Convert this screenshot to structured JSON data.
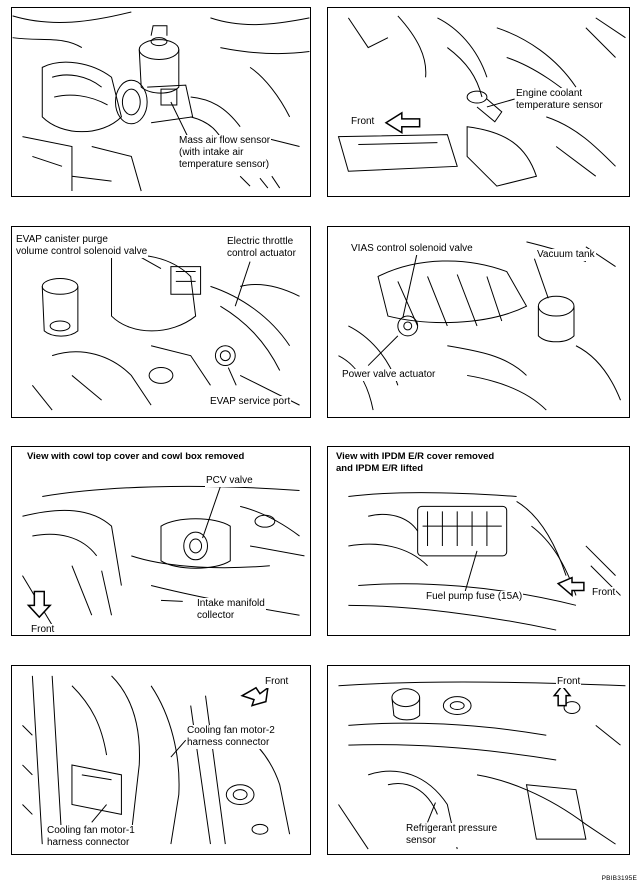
{
  "figure_code": "PBIB3195E",
  "panels": [
    {
      "labels": [
        "Mass air flow sensor\n(with intake air\ntemperature sensor)"
      ]
    },
    {
      "labels": [
        "Engine coolant\ntemperature sensor",
        "Front"
      ]
    },
    {
      "labels": [
        "EVAP canister purge\nvolume control solenoid valve",
        "Electric throttle\ncontrol actuator",
        "EVAP service port"
      ]
    },
    {
      "labels": [
        "VIAS control solenoid valve",
        "Vacuum tank",
        "Power valve actuator"
      ]
    },
    {
      "header": "View with cowl top cover and cowl box removed",
      "labels": [
        "PCV valve",
        "Intake manifold\ncollector",
        "Front"
      ]
    },
    {
      "header": "View with IPDM E/R cover removed\nand IPDM E/R lifted",
      "labels": [
        "Fuel pump fuse (15A)",
        "Front"
      ]
    },
    {
      "labels": [
        "Front",
        "Cooling fan motor-2\nharness connector",
        "Cooling fan motor-1\nharness connector"
      ]
    },
    {
      "labels": [
        "Front",
        "Refrigerant pressure\nsensor"
      ]
    }
  ]
}
